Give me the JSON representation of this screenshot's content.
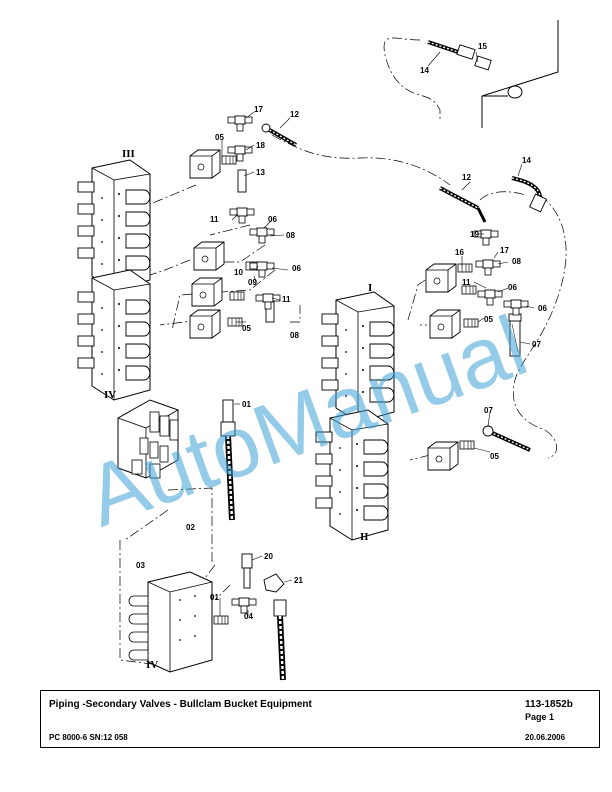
{
  "title_block": {
    "title": "Piping -Secondary Valves - Bullclam Bucket Equipment",
    "doc_number": "113-1852b",
    "page": "Page 1",
    "model": "PC 8000-6 SN:12 058",
    "date": "20.06.2006"
  },
  "watermark": "AutoManual",
  "roman_labels": {
    "r3": "III",
    "r4": "IV",
    "r1": "I",
    "r2": "II"
  },
  "part_labels": {
    "p01a": "01",
    "p01b": "01",
    "p02": "02",
    "p03": "03",
    "p04": "04",
    "p05a": "05",
    "p05b": "05",
    "p05c": "05",
    "p05d": "05",
    "p06a": "06",
    "p06b": "06",
    "p06c": "06",
    "p06d": "06",
    "p07a": "07",
    "p07b": "07",
    "p08a": "08",
    "p08b": "08",
    "p08c": "08",
    "p09": "09",
    "p10": "10",
    "p11a": "11",
    "p11b": "11",
    "p11c": "11",
    "p12a": "12",
    "p12b": "12",
    "p13": "13",
    "p14a": "14",
    "p14b": "14",
    "p15": "15",
    "p16": "16",
    "p17a": "17",
    "p17b": "17",
    "p18": "18",
    "p19": "19",
    "p20": "20",
    "p21": "21"
  }
}
